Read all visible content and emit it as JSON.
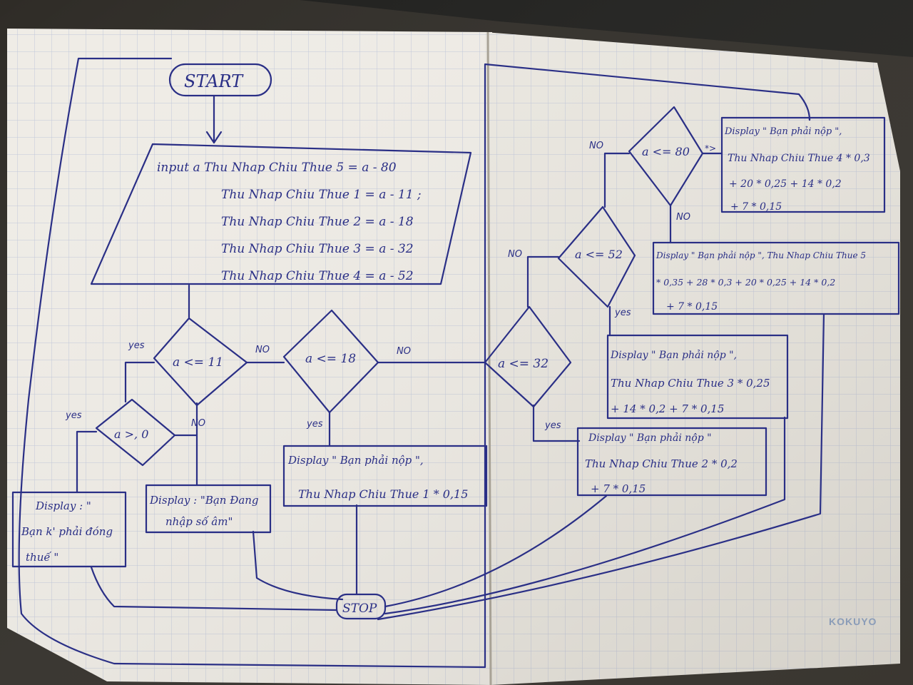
{
  "brand": "KOKUYO",
  "flowchart": {
    "start": "START",
    "stop": "STOP",
    "input": {
      "lines": [
        "input   a      Thu Nhap Chiu Thue 5 = a - 80",
        "Thu Nhap Chiu Thue 1 = a - 11 ;",
        "Thu Nhap Chiu Thue 2 = a - 18",
        "Thu Nhap Chiu Thue 3 = a - 32",
        "Thu Nhap Chiu Thue 4 = a - 52"
      ]
    },
    "decisions": {
      "d11": "a <= 11",
      "d0": "a >, 0",
      "d18": "a <= 18",
      "d32": "a <= 32",
      "d52": "a <= 52",
      "d80": "a <= 80"
    },
    "edge_labels": {
      "yes_d11": "yes",
      "no_d11": "NO",
      "yes_d0": "yes",
      "no_d0": "NO",
      "yes_d18": "yes",
      "no_d18": "NO",
      "yes_d32": "yes",
      "no_d32": "NO",
      "yes_d52": "yes",
      "no_d52": "NO",
      "yes_d80": "*>",
      "no_d80": "NO"
    },
    "outputs": {
      "khong_phai": [
        "Display : \"",
        "Bạn k' phải đóng",
        "thuế \""
      ],
      "so_am": [
        "Display : \"Bạn Đang",
        "nhập số âm\""
      ],
      "tax1": [
        "Display \" Bạn phải nộp \",",
        "Thu Nhap Chiu Thue 1 * 0,15"
      ],
      "tax2": [
        "Display \" Bạn phải nộp \"",
        "Thu Nhap Chiu Thue 2 * 0,2",
        "+ 7 * 0,15"
      ],
      "tax3": [
        "Display \" Bạn phải nộp \",",
        "Thu Nhap Chiu Thue 3 * 0,25",
        "+ 14 * 0,2 + 7 * 0,15"
      ],
      "tax4": [
        "Display \" Bạn phải nộp \",",
        "Thu Nhap Chiu Thue 4 * 0,3",
        "+ 20 * 0,25 + 14 * 0,2",
        "+ 7 * 0,15"
      ],
      "tax5": [
        "Display \" Bạn phải nộp \", Thu Nhap Chiu Thue 5",
        "* 0,35 + 28 * 0,3 + 20 * 0,25 + 14 * 0,2",
        "+ 7 * 0,15"
      ]
    }
  }
}
